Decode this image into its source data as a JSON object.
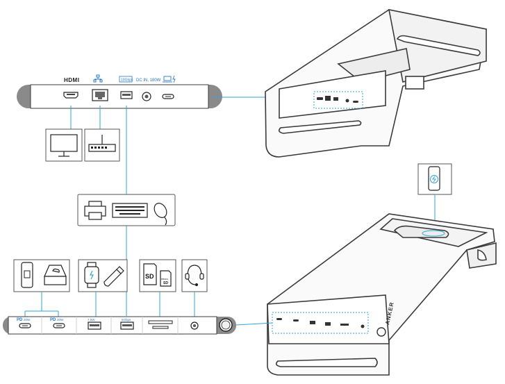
{
  "colors": {
    "accent": "#2fa6d6",
    "port_label": "#2a78c8",
    "outline": "#3a3a3a",
    "bar_fill": "#e9eaeb"
  },
  "rear_panel": {
    "labels": {
      "hdmi": "HDMI",
      "usb_speed": "10Gbps",
      "dc_in": "DC IN, 180W"
    },
    "ports": [
      "hdmi-port",
      "ethernet-port",
      "usb-a-port",
      "dc-in-port",
      "usb-c-upstream-port"
    ]
  },
  "rear_devices": [
    "monitor-icon",
    "router-icon"
  ],
  "shared_devices": [
    "printer-icon",
    "keyboard-icon",
    "mouse-icon"
  ],
  "front_panel": {
    "labels": {
      "pd_left": "PD",
      "pd_left_rate": "20W",
      "pd_right": "PD",
      "pd_right_rate": "20W",
      "usb_a_fast": "7.5W",
      "usb_a_speed": "5Gbps"
    },
    "ports": [
      "usb-c-pd-port-1",
      "usb-c-pd-port-2",
      "usb-a-charging-port",
      "usb-a-data-port",
      "sd-card-slot",
      "audio-jack",
      "power-button"
    ]
  },
  "front_devices": {
    "phone_ssd": [
      "phone-icon",
      "external-drive-icon"
    ],
    "watch_usb": [
      "watch-icon",
      "usb-stick-icon"
    ],
    "cards": {
      "sd": "SD",
      "micro": "micro",
      "micro_sd": "SD"
    },
    "audio": [
      "headset-icon"
    ]
  },
  "wireless": [
    "wireless-phone-icon"
  ],
  "brand": "ANKER"
}
